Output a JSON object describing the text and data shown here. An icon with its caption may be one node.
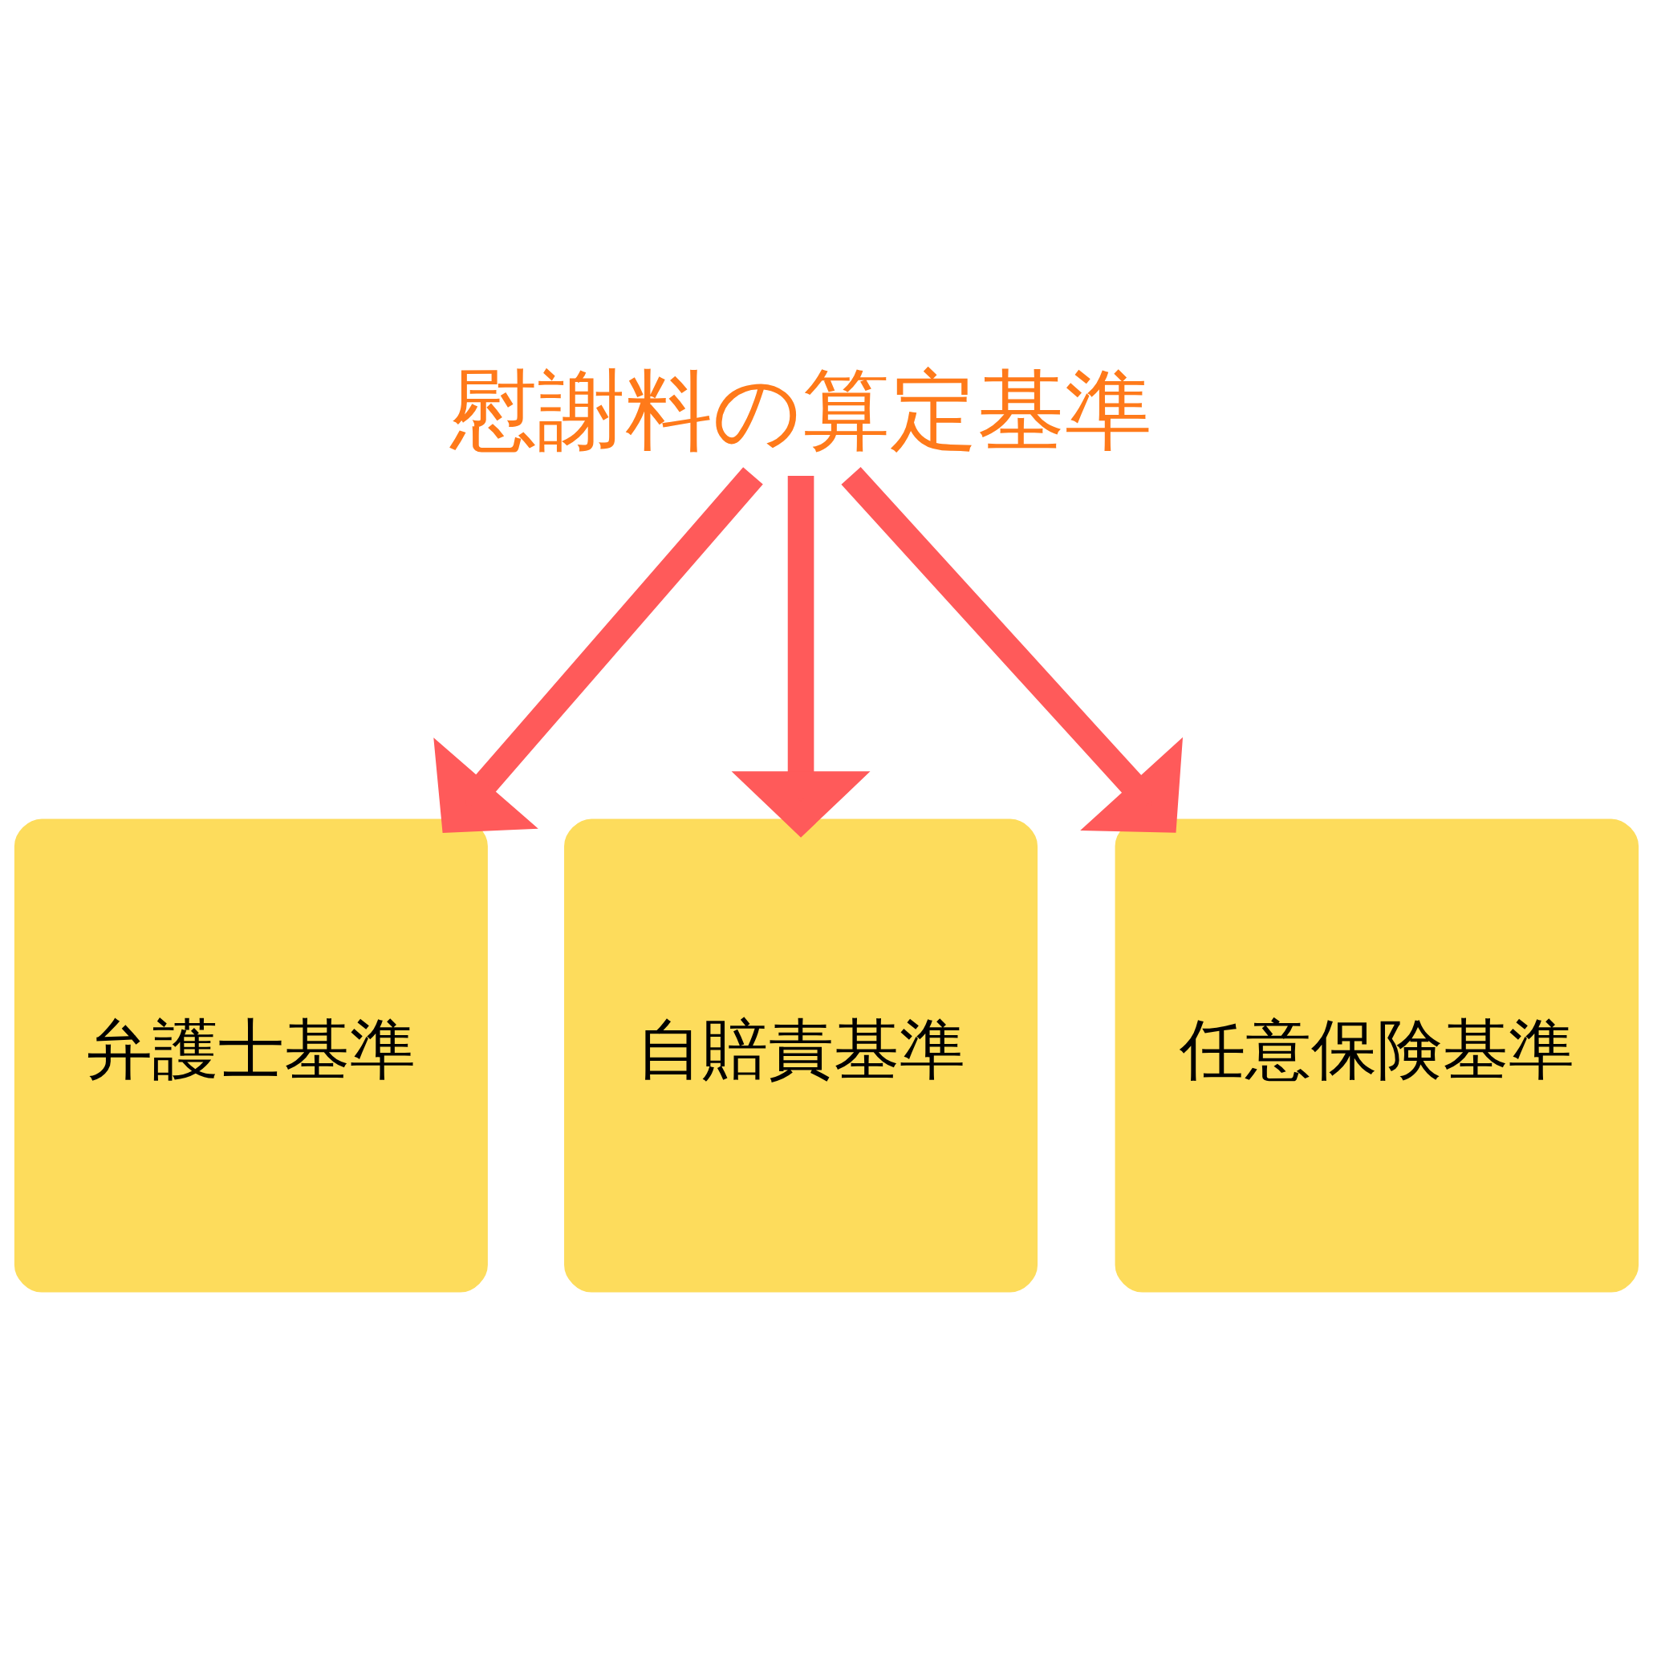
{
  "diagram": {
    "nodes": [
      {
        "text": [
          "慰謝料の算定基準"
        ]
      },
      {
        "text": [
          "弁護士基準"
        ]
      },
      {
        "text": [
          "自賠責基準"
        ]
      },
      {
        "text": [
          "任意保険基準"
        ]
      }
    ],
    "edges": [
      {
        "from": 0,
        "to": 1,
        "arrow": "to"
      },
      {
        "from": 0,
        "to": 2,
        "arrow": "to"
      },
      {
        "from": 0,
        "to": 3,
        "arrow": "to"
      }
    ]
  }
}
